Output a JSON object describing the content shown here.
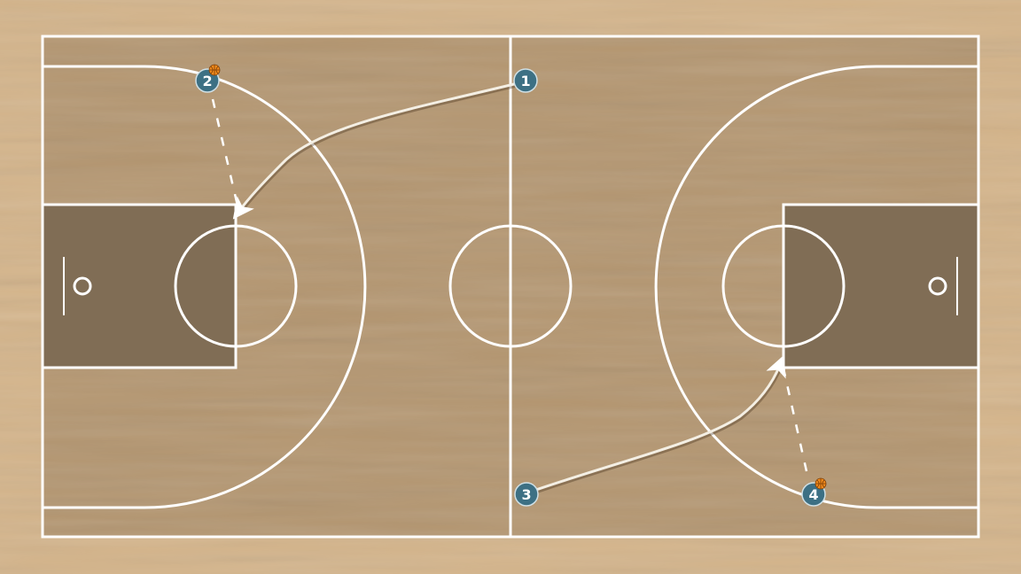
{
  "colors": {
    "floor_outer": "#d4b48a",
    "court_floor": "#b49670",
    "paint": "#806d55",
    "lines": "#ffffff",
    "player_fill": "#3d7084",
    "player_stroke": "#cfe0e6",
    "ball": "#f08a1c",
    "cut_path": "#f4efe4",
    "pass_path": "#ffffff"
  },
  "players": [
    {
      "id": "player-1",
      "number": "1",
      "has_ball": false
    },
    {
      "id": "player-2",
      "number": "2",
      "has_ball": true
    },
    {
      "id": "player-3",
      "number": "3",
      "has_ball": false
    },
    {
      "id": "player-4",
      "number": "4",
      "has_ball": true
    }
  ],
  "actions": [
    {
      "type": "cut",
      "from": "1",
      "to": "left-elbow"
    },
    {
      "type": "pass",
      "from": "2",
      "to": "left-elbow"
    },
    {
      "type": "cut",
      "from": "3",
      "to": "right-elbow"
    },
    {
      "type": "pass",
      "from": "4",
      "to": "right-elbow"
    }
  ]
}
